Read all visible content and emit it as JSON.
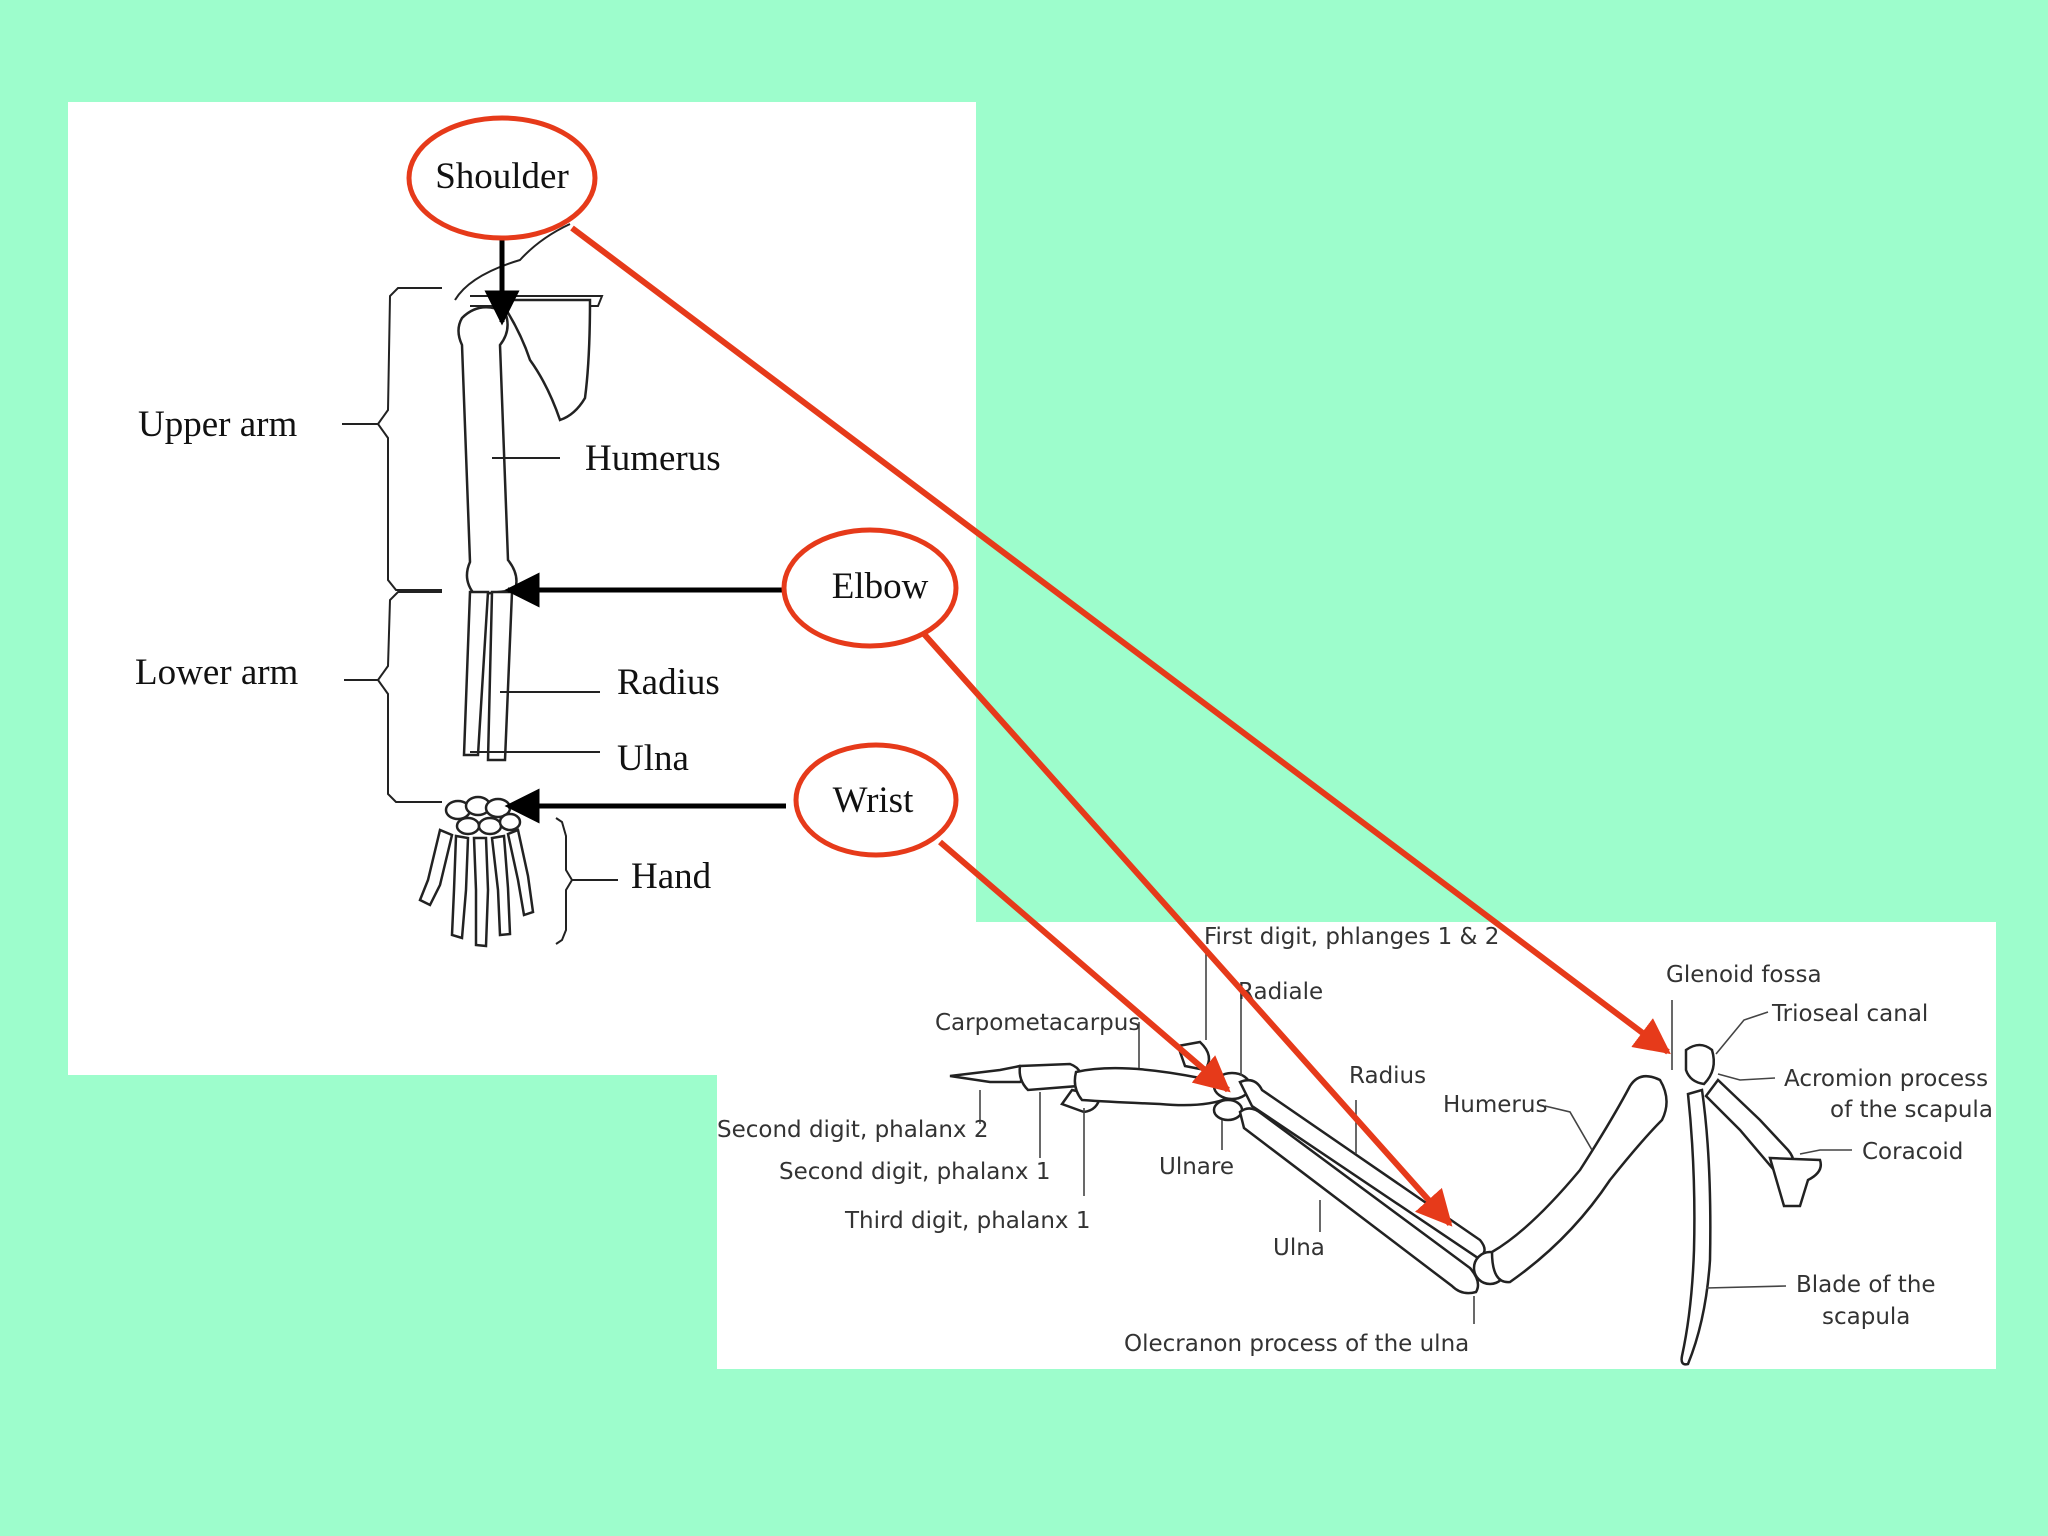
{
  "human_arm": {
    "labels": {
      "shoulder": "Shoulder",
      "upper_arm": "Upper arm",
      "humerus": "Humerus",
      "elbow": "Elbow",
      "lower_arm": "Lower arm",
      "radius": "Radius",
      "ulna": "Ulna",
      "wrist": "Wrist",
      "hand": "Hand"
    }
  },
  "bird_wing": {
    "labels": {
      "first_digit": "First digit, phlanges 1 & 2",
      "radiale": "Radiale",
      "carpometacarpus": "Carpometacarpus",
      "radius": "Radius",
      "humerus": "Humerus",
      "glenoid_fossa": "Glenoid fossa",
      "trioseal_canal": "Trioseal canal",
      "acromion_line1": "Acromion process",
      "acromion_line2": "of the scapula",
      "coracoid": "Coracoid",
      "second_digit_phalanx2": "Second digit, phalanx 2",
      "second_digit_phalanx1": "Second digit, phalanx 1",
      "third_digit_phalanx1": "Third digit, phalanx 1",
      "ulnare": "Ulnare",
      "ulna": "Ulna",
      "blade_line1": "Blade of the",
      "blade_line2": "scapula",
      "olecranon": "Olecranon process of the ulna"
    }
  },
  "colors": {
    "background": "#9dfdcc",
    "highlight": "#e63a1a",
    "panel": "#ffffff"
  }
}
